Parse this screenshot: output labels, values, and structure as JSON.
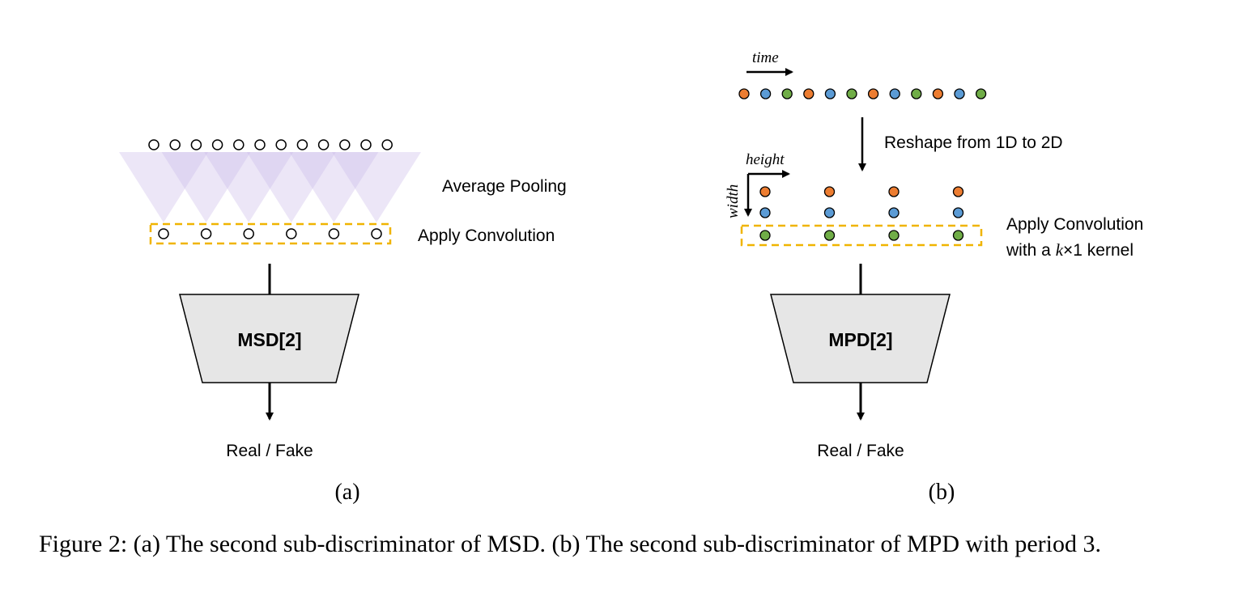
{
  "panel_a": {
    "pooling_label": "Average Pooling",
    "conv_label": "Apply Convolution",
    "block_label": "MSD[2]",
    "output_label": "Real / Fake",
    "sublabel": "(a)",
    "input_sample_count": 12,
    "pooled_sample_count": 6
  },
  "panel_b": {
    "time_label": "time",
    "height_label": "height",
    "width_label": "width",
    "reshape_label": "Reshape from 1D to 2D",
    "conv_label_line1": "Apply Convolution",
    "conv_label_line2_pre": "with a ",
    "conv_label_k": "k",
    "conv_label_line2_post": "×1 kernel",
    "block_label": "MPD[2]",
    "output_label": "Real / Fake",
    "sublabel": "(b)",
    "sequence": [
      "orange",
      "blue",
      "green",
      "orange",
      "blue",
      "green",
      "orange",
      "blue",
      "green",
      "orange",
      "blue",
      "green"
    ],
    "grid_rows": [
      "orange",
      "blue",
      "green"
    ],
    "grid_columns": 4
  },
  "colors": {
    "orange": "#ED7D31",
    "blue": "#5B9BD5",
    "green": "#70AD47",
    "pooling_fill": "#C9B8E8",
    "highlight_box": "#F0B400",
    "block_fill": "#E6E6E6"
  },
  "caption": "Figure 2: (a) The second sub-discriminator of MSD. (b) The second sub-discriminator of MPD with period 3."
}
